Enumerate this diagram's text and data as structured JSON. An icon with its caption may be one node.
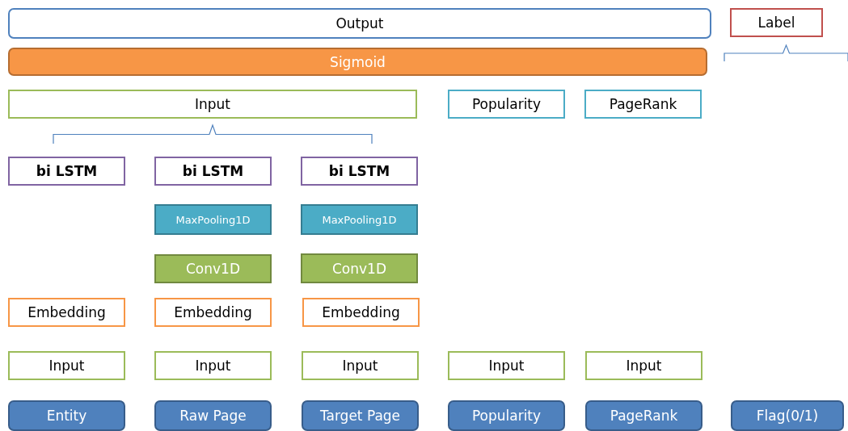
{
  "diagram": {
    "nodes": [
      {
        "text": [
          "Output"
        ]
      },
      {
        "text": [
          "Label"
        ]
      },
      {
        "text": [
          "Sigmoid"
        ]
      },
      {
        "text": [
          "Input"
        ]
      },
      {
        "text": [
          "Popularity"
        ]
      },
      {
        "text": [
          "PageRank"
        ]
      },
      {
        "text": [
          "bi LSTM"
        ]
      },
      {
        "text": [
          "bi LSTM"
        ]
      },
      {
        "text": [
          "bi LSTM"
        ]
      },
      {
        "text": [
          "MaxPooling1D"
        ]
      },
      {
        "text": [
          "MaxPooling1D"
        ]
      },
      {
        "text": [
          "Conv1D"
        ]
      },
      {
        "text": [
          "Conv1D"
        ]
      },
      {
        "text": [
          "Embedding"
        ]
      },
      {
        "text": [
          "Embedding"
        ]
      },
      {
        "text": [
          "Embedding"
        ]
      },
      {
        "text": [
          "Input"
        ]
      },
      {
        "text": [
          "Input"
        ]
      },
      {
        "text": [
          "Input"
        ]
      },
      {
        "text": [
          "Input"
        ]
      },
      {
        "text": [
          "Input"
        ]
      },
      {
        "text": [
          "Entity"
        ]
      },
      {
        "text": [
          "Raw Page"
        ]
      },
      {
        "text": [
          "Target Page"
        ]
      },
      {
        "text": [
          "Popularity"
        ]
      },
      {
        "text": [
          "PageRank"
        ]
      },
      {
        "text": [
          "Flag(0/1)"
        ]
      }
    ]
  }
}
